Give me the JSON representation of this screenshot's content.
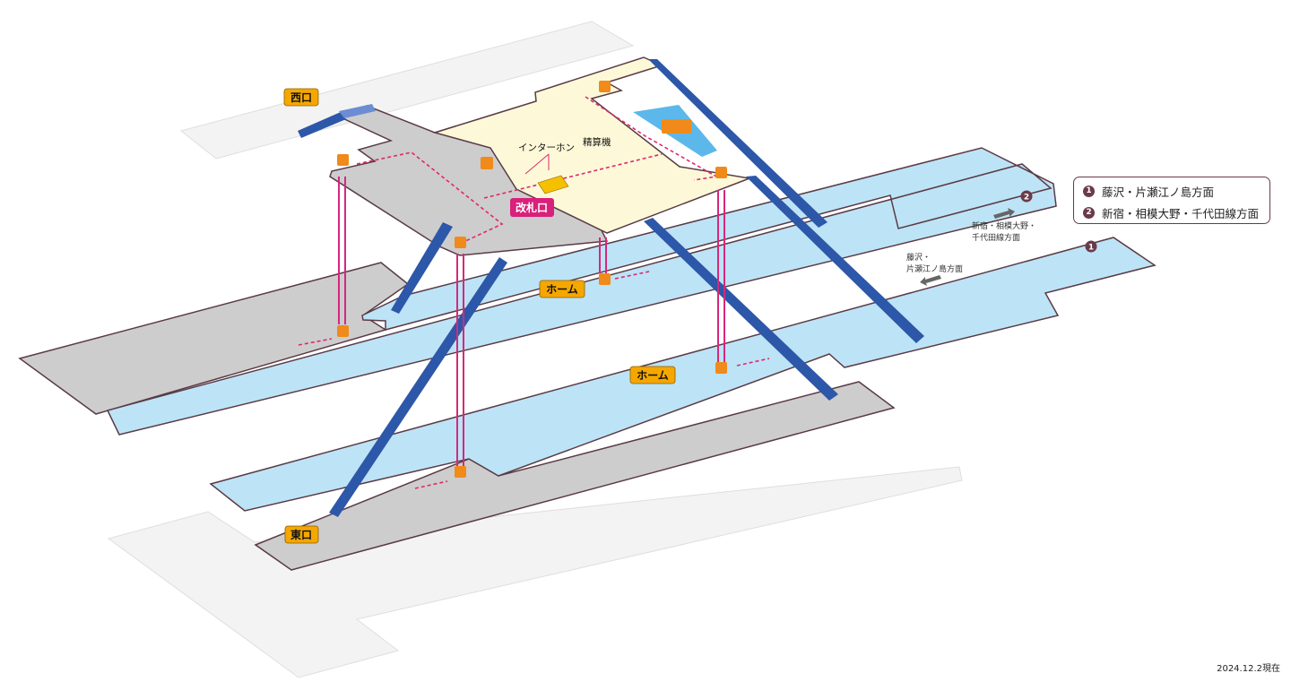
{
  "labels": {
    "west_exit": "西口",
    "east_exit": "東口",
    "ticket_gate": "改札口",
    "platform_upper": "ホーム",
    "platform_lower": "ホーム",
    "intercom": "インターホン",
    "fare_adjust": "精算機"
  },
  "direction_notes": {
    "dir2_num": "2",
    "dir2_line1": "新宿・相模大野・",
    "dir2_line2": "千代田線方面",
    "dir1_num": "1",
    "dir1_line1": "藤沢・",
    "dir1_line2": "片瀬江ノ島方面"
  },
  "legend": {
    "items": [
      {
        "num": "1",
        "label": "藤沢・片瀬江ノ島方面"
      },
      {
        "num": "2",
        "label": "新宿・相模大野・千代田線方面"
      }
    ]
  },
  "icons": {
    "elevator": "elevator-icon",
    "ticket_machine": "ticket-machine-icon",
    "restroom": "restroom-icon"
  },
  "colors": {
    "platform": "#bde3f6",
    "concourse": "#d3d3d3",
    "paid_area": "#fdf9d8",
    "stair": "#2d57a8",
    "elevator_shaft": "#d6287d",
    "route": "#e0286f",
    "label_yellow": "#f5a700",
    "gate_pink": "#d9207a",
    "legend_border": "#6b3a49"
  },
  "footer": {
    "date": "2024.12.2現在"
  }
}
